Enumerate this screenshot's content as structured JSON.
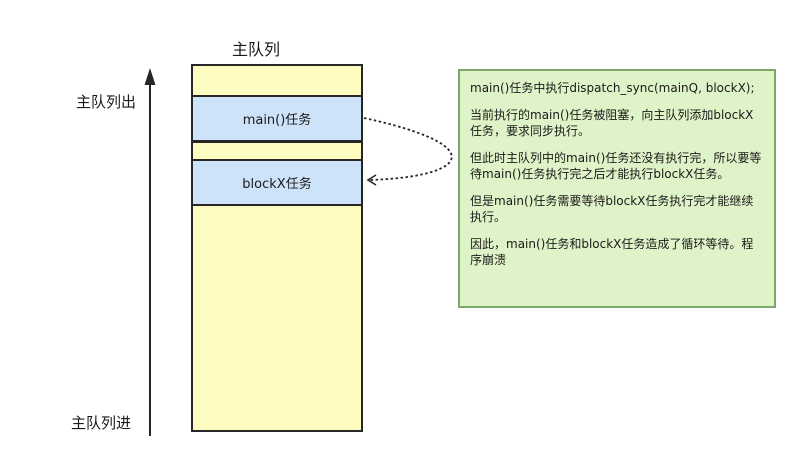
{
  "queue": {
    "title": "主队列",
    "out_label": "主队列出",
    "in_label": "主队列进",
    "tasks": [
      {
        "label": "main()任务"
      },
      {
        "label": "blockX任务"
      }
    ]
  },
  "note": {
    "paragraphs": [
      "main()任务中执行dispatch_sync(mainQ, blockX);",
      "当前执行的main()任务被阻塞，向主队列添加blockX任务，要求同步执行。",
      "但此时主队列中的main()任务还没有执行完，所以要等待main()任务执行完之后才能执行blockX任务。",
      "但是main()任务需要等待blockX任务执行完才能继续执行。",
      "因此，main()任务和blockX任务造成了循环等待。程序崩溃"
    ]
  },
  "colors": {
    "queue_fill": "#fdfbc0",
    "task_fill": "#cde3fa",
    "note_fill": "#dff3c8",
    "note_border": "#7da86b",
    "stroke": "#262626"
  }
}
